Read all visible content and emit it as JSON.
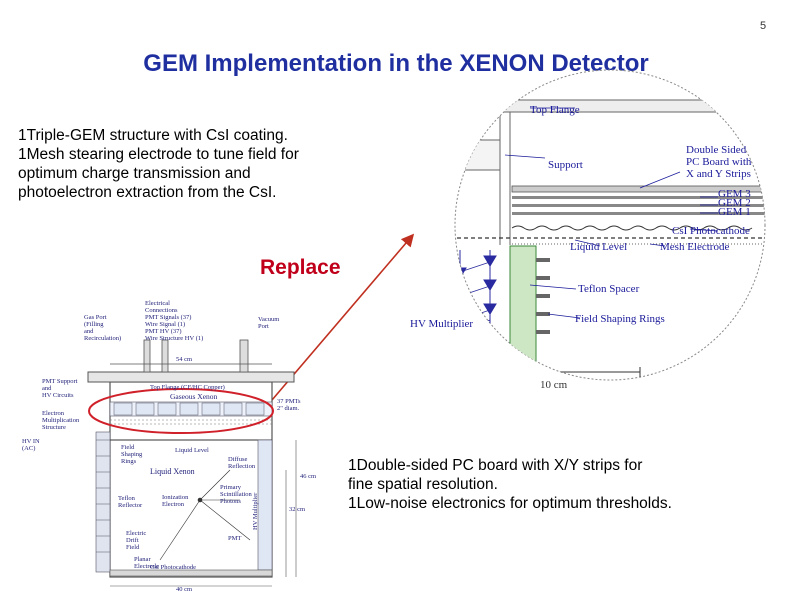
{
  "slide": {
    "page_number": "5",
    "title": "GEM Implementation in the XENON Detector",
    "bullets_top": [
      "1Triple-GEM structure with CsI coating.",
      "1Mesh stearing electrode to tune field for",
      "optimum  charge transmission and",
      "photoelectron extraction from the CsI."
    ],
    "replace_label": "Replace",
    "bullets_bottom": [
      "1Double-sided PC board with X/Y strips for",
      "fine spatial resolution.",
      "1Low-noise electronics for optimum thresholds."
    ]
  },
  "zoom_diagram": {
    "top_flange": "Top Flange",
    "support": "Support",
    "pcb_line1": "Double Sided",
    "pcb_line2": "PC Board with",
    "pcb_line3": "X and Y Strips",
    "gem3": "GEM 3",
    "gem2": "GEM 2",
    "gem1": "GEM 1",
    "csi": "CsI Photocathode",
    "liquid_level": "Liquid Level",
    "mesh": "Mesh Electrode",
    "teflon": "Teflon Spacer",
    "hv_mult": "HV Multiplier",
    "field_rings": "Field Shaping Rings",
    "scale": "10 cm"
  },
  "detector_diagram": {
    "elec_conn": [
      "Electrical",
      "Connections",
      "PMT Signals (37)",
      "Wire Signal (1)",
      "PMT HV (37)",
      "Wire Structure HV (1)"
    ],
    "gas_port": [
      "Gas Port",
      "(Filling",
      "and",
      "Recirculation)"
    ],
    "vacuum_port": [
      "Vacuum",
      "Port"
    ],
    "width_top": "54 cm",
    "top_flange": "Top Flange (CF/HC Copper)",
    "gaseous_xenon": "Gaseous Xenon",
    "pmt_support": [
      "PMT Support",
      "and",
      "HV Circuits"
    ],
    "electron_mult": [
      "Electron",
      "Multiplication",
      "Structure"
    ],
    "pmts": [
      "37 PMTs",
      "2\" diam."
    ],
    "hv_in": [
      "HV IN",
      "(AC)"
    ],
    "field_rings": [
      "Field",
      "Shaping",
      "Rings"
    ],
    "liquid_level": "Liquid Level",
    "liquid_xenon": "Liquid Xenon",
    "teflon": [
      "Teflon",
      "Reflector"
    ],
    "hv_multiplier": "HV Multiplier",
    "height_1": "46 cm",
    "height_2": "32 cm",
    "width_bottom": "40 cm",
    "csi": "CsI Photocathode",
    "pmt_label": "PMT",
    "events": [
      "Diffuse",
      "Reflection",
      "Primary",
      "Scintillation",
      "Photons",
      "Ionization",
      "Electron",
      "Electric",
      "Drift",
      "Field",
      "Planar",
      "Electrode"
    ]
  }
}
